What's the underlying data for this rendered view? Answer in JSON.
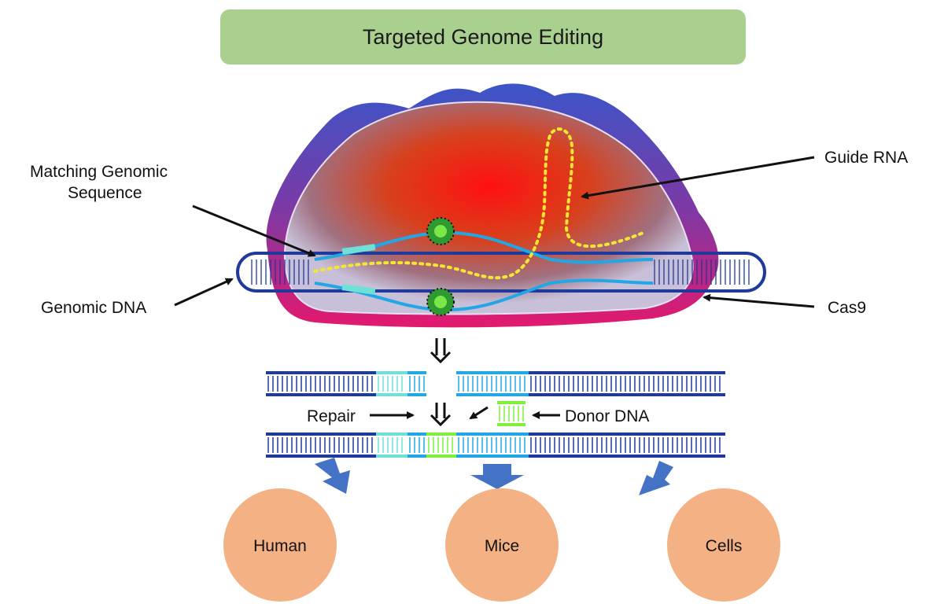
{
  "title": "Targeted Genome Editing",
  "labels": {
    "matching_genomic_line1": "Matching Genomic",
    "matching_genomic_line2": "Sequence",
    "guide_rna": "Guide RNA",
    "genomic_dna": "Genomic DNA",
    "cas9": "Cas9",
    "repair": "Repair",
    "donor_dna": "Donor DNA"
  },
  "outcomes": [
    "Human",
    "Mice",
    "Cells"
  ],
  "colors": {
    "title_bg": "#a9d08e",
    "dna_dark": "#1f3a9a",
    "dna_light": "#22a7e6",
    "matching": "#6ee0d8",
    "donor": "#7ef03a",
    "guide_rna": "#f5e632",
    "cas9_edge": "#e6196e",
    "outcome_circle": "#f4b183",
    "arrow_block": "#4472c4"
  }
}
